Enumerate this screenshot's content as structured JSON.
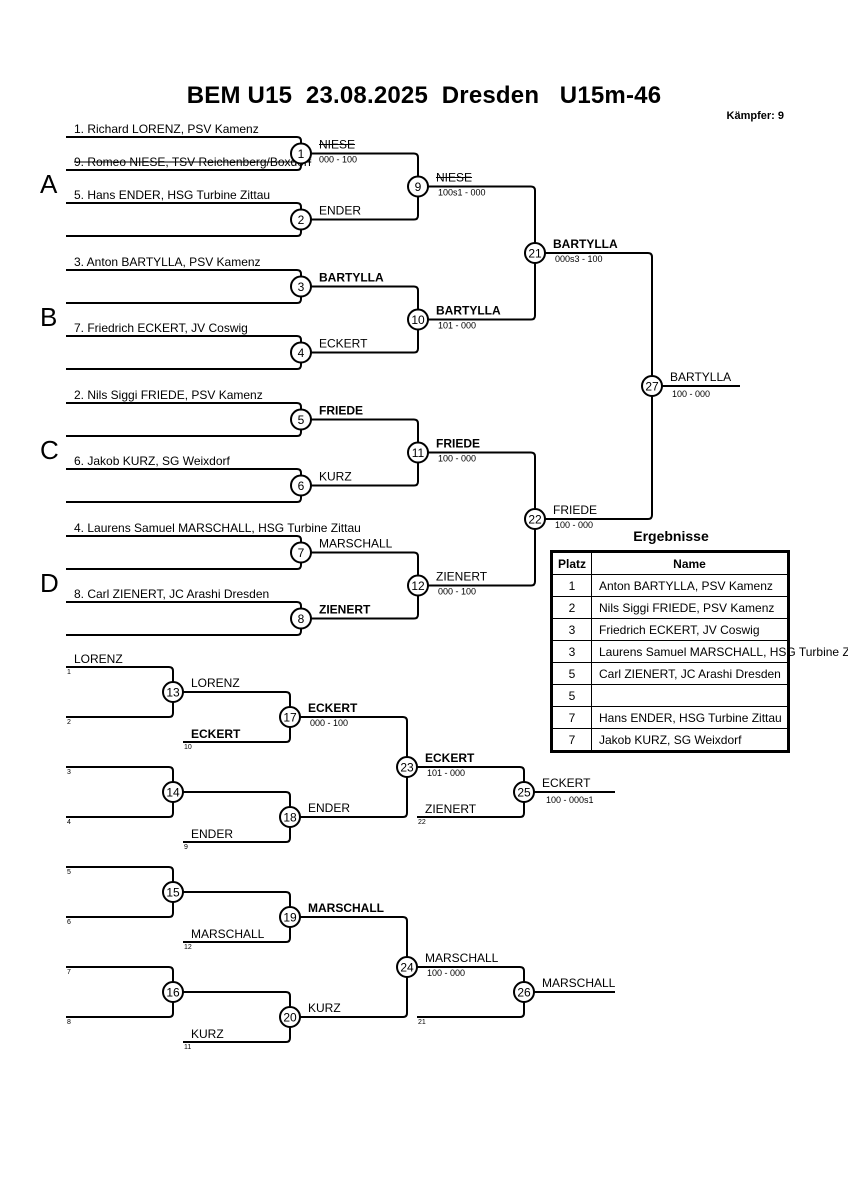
{
  "header": {
    "title": "BEM U15  23.08.2025  Dresden   U15m-46",
    "fighter_count_label": "Kämpfer: 9"
  },
  "groups": [
    "A",
    "B",
    "C",
    "D"
  ],
  "main_bracket": {
    "entrants": [
      {
        "label": "1. Richard LORENZ, PSV Kamenz",
        "struck": false
      },
      {
        "label": "9. Romeo NIESE, TSV Reichenberg/Boxdorf",
        "struck": true
      },
      {
        "label": "5. Hans ENDER, HSG Turbine Zittau",
        "struck": false
      },
      {
        "label": "",
        "struck": false
      },
      {
        "label": "3. Anton BARTYLLA, PSV Kamenz",
        "struck": false
      },
      {
        "label": "",
        "struck": false
      },
      {
        "label": "7. Friedrich ECKERT, JV Coswig",
        "struck": false
      },
      {
        "label": "",
        "struck": false
      },
      {
        "label": "2. Nils Siggi FRIEDE, PSV Kamenz",
        "struck": false
      },
      {
        "label": "",
        "struck": false
      },
      {
        "label": "6. Jakob KURZ, SG Weixdorf",
        "struck": false
      },
      {
        "label": "",
        "struck": false
      },
      {
        "label": "4. Laurens Samuel MARSCHALL, HSG Turbine Zittau",
        "struck": false
      },
      {
        "label": "",
        "struck": false
      },
      {
        "label": "8. Carl ZIENERT, JC Arashi Dresden",
        "struck": false
      },
      {
        "label": "",
        "struck": false
      }
    ],
    "matches": [
      {
        "no": "1",
        "winner": "NIESE",
        "score": "000 - 100",
        "bold": false,
        "struck": true
      },
      {
        "no": "2",
        "winner": "ENDER",
        "score": "",
        "bold": false,
        "struck": false
      },
      {
        "no": "3",
        "winner": "BARTYLLA",
        "score": "",
        "bold": true,
        "struck": false
      },
      {
        "no": "4",
        "winner": "ECKERT",
        "score": "",
        "bold": false,
        "struck": false
      },
      {
        "no": "5",
        "winner": "FRIEDE",
        "score": "",
        "bold": true,
        "struck": false
      },
      {
        "no": "6",
        "winner": "KURZ",
        "score": "",
        "bold": false,
        "struck": false
      },
      {
        "no": "7",
        "winner": "MARSCHALL",
        "score": "",
        "bold": false,
        "struck": false
      },
      {
        "no": "8",
        "winner": "ZIENERT",
        "score": "",
        "bold": true,
        "struck": false
      },
      {
        "no": "9",
        "winner": "NIESE",
        "score": "100s1 - 000",
        "bold": false,
        "struck": true
      },
      {
        "no": "10",
        "winner": "BARTYLLA",
        "score": "101 - 000",
        "bold": true,
        "struck": false
      },
      {
        "no": "11",
        "winner": "FRIEDE",
        "score": "100 - 000",
        "bold": true,
        "struck": false
      },
      {
        "no": "12",
        "winner": "ZIENERT",
        "score": "000 - 100",
        "bold": false,
        "struck": false
      },
      {
        "no": "21",
        "winner": "BARTYLLA",
        "score": "000s3 - 100",
        "bold": true,
        "struck": false
      },
      {
        "no": "22",
        "winner": "FRIEDE",
        "score": "100 - 000",
        "bold": false,
        "struck": false
      },
      {
        "no": "27",
        "winner": "BARTYLLA",
        "score": "100 - 000",
        "bold": false,
        "struck": false
      }
    ]
  },
  "repechage": {
    "seed_labels": [
      "1",
      "2",
      "3",
      "4",
      "5",
      "6",
      "7",
      "8"
    ],
    "first_slot_names": [
      "LORENZ",
      "",
      "",
      "",
      "",
      "",
      "",
      ""
    ],
    "loser_refs": {
      "m17": "10",
      "m18": "9",
      "m19": "12",
      "m20": "11",
      "m25": "22",
      "m26": "21"
    },
    "loser_names": {
      "m17": "ECKERT",
      "m18": "ENDER",
      "m19": "MARSCHALL",
      "m20": "KURZ",
      "m25": "ZIENERT",
      "m26": ""
    },
    "matches": [
      {
        "no": "13",
        "winner": "LORENZ",
        "score": "",
        "bold": false
      },
      {
        "no": "14",
        "winner": "",
        "score": "",
        "bold": false
      },
      {
        "no": "15",
        "winner": "",
        "score": "",
        "bold": false
      },
      {
        "no": "16",
        "winner": "",
        "score": "",
        "bold": false
      },
      {
        "no": "17",
        "winner": "ECKERT",
        "score": "000 - 100",
        "bold": true
      },
      {
        "no": "18",
        "winner": "ENDER",
        "score": "",
        "bold": false
      },
      {
        "no": "19",
        "winner": "MARSCHALL",
        "score": "",
        "bold": true
      },
      {
        "no": "20",
        "winner": "KURZ",
        "score": "",
        "bold": false
      },
      {
        "no": "23",
        "winner": "ECKERT",
        "score": "101 - 000",
        "bold": true
      },
      {
        "no": "24",
        "winner": "MARSCHALL",
        "score": "100 - 000",
        "bold": false
      },
      {
        "no": "25",
        "winner": "ECKERT",
        "score": "100 - 000s1",
        "bold": false
      },
      {
        "no": "26",
        "winner": "MARSCHALL",
        "score": "",
        "bold": false
      }
    ]
  },
  "results": {
    "title": "Ergebnisse",
    "columns": [
      "Platz",
      "Name"
    ],
    "rows": [
      {
        "place": "1",
        "name": "Anton BARTYLLA, PSV Kamenz"
      },
      {
        "place": "2",
        "name": "Nils Siggi FRIEDE, PSV Kamenz"
      },
      {
        "place": "3",
        "name": "Friedrich ECKERT, JV Coswig"
      },
      {
        "place": "3",
        "name": "Laurens Samuel MARSCHALL, HSG Turbine Zittau"
      },
      {
        "place": "5",
        "name": "Carl ZIENERT, JC Arashi Dresden"
      },
      {
        "place": "5",
        "name": ""
      },
      {
        "place": "7",
        "name": "Hans ENDER, HSG Turbine Zittau"
      },
      {
        "place": "7",
        "name": "Jakob KURZ, SG Weixdorf"
      }
    ]
  }
}
